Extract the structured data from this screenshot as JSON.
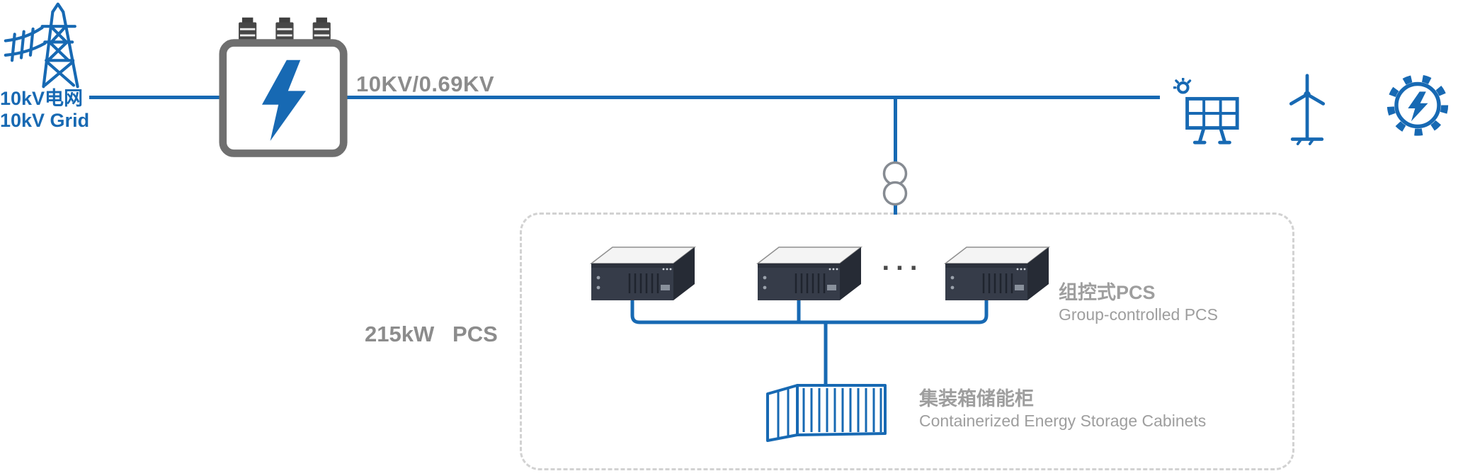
{
  "colors": {
    "blue": "#1769b3",
    "icon_gray": "#6f6f6f",
    "strong_gray": "#8c8c8c",
    "label_gray": "#9e9e9e",
    "dark_panel": "#363c49",
    "dashed_border": "#d2d2d2"
  },
  "grid_source": {
    "label_zh": "10kV电网",
    "label_en": "10kV Grid"
  },
  "transformer": {
    "voltage_label": "10KV/0.69KV"
  },
  "pcs_group": {
    "rating_label": "215kW   PCS",
    "ellipsis": "···",
    "label_zh": "组控式PCS",
    "label_en": "Group-controlled PCS"
  },
  "storage_container": {
    "label_zh": "集装箱储能柜",
    "label_en": "Containerized Energy Storage Cabinets"
  }
}
